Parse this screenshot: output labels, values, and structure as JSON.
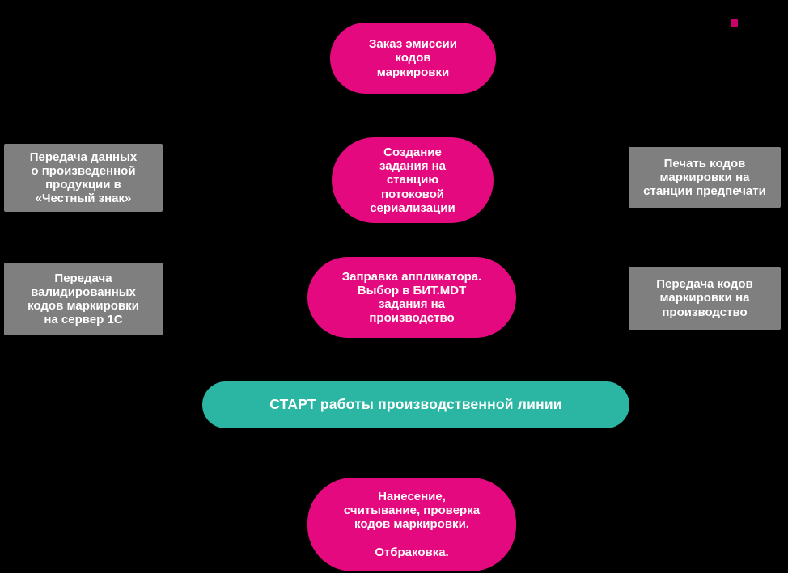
{
  "diagram": {
    "title": "Marking codes production line flow",
    "background_color": "#000000",
    "colors": {
      "pink": "#E5097F",
      "gray": "#7F7F7F",
      "teal": "#2BB5A3",
      "text": "#FFFFFF",
      "accent_dot": "#C9006B"
    },
    "nodes": {
      "emission_order": {
        "label": "Заказ эмиссии\nкодов\nмаркировки",
        "shape": "pill",
        "color": "#E5097F"
      },
      "serialization_task": {
        "label": "Создание\nзадания на\nстанцию\nпотоковой\nсериализации",
        "shape": "pill",
        "color": "#E5097F"
      },
      "chestny_znak": {
        "label": "Передача данных\nо произведенной\nпродукции в\n«Честный знак»",
        "shape": "rect",
        "color": "#7F7F7F"
      },
      "preprint_print": {
        "label": "Печать кодов\nмаркировки на\nстанции предпечати",
        "shape": "rect",
        "color": "#7F7F7F"
      },
      "applicator_load": {
        "label": "Заправка аппликатора.\nВыбор в БИТ.MDT\nзадания на\nпроизводство",
        "shape": "pill",
        "color": "#E5097F"
      },
      "validated_codes": {
        "label": "Передача\nвалидированных\nкодов маркировки\nна сервер 1С",
        "shape": "rect",
        "color": "#7F7F7F"
      },
      "codes_production": {
        "label": "Передача кодов\nмаркировки на\nпроизводство",
        "shape": "rect",
        "color": "#7F7F7F"
      },
      "start_line": {
        "label": "СТАРТ работы производственной линии",
        "shape": "bar",
        "color": "#2BB5A3"
      },
      "apply_check": {
        "label": "Нанесение,\nсчитывание, проверка\nкодов маркировки.\n\nОтбраковка.",
        "shape": "pill",
        "color": "#E5097F"
      }
    }
  }
}
